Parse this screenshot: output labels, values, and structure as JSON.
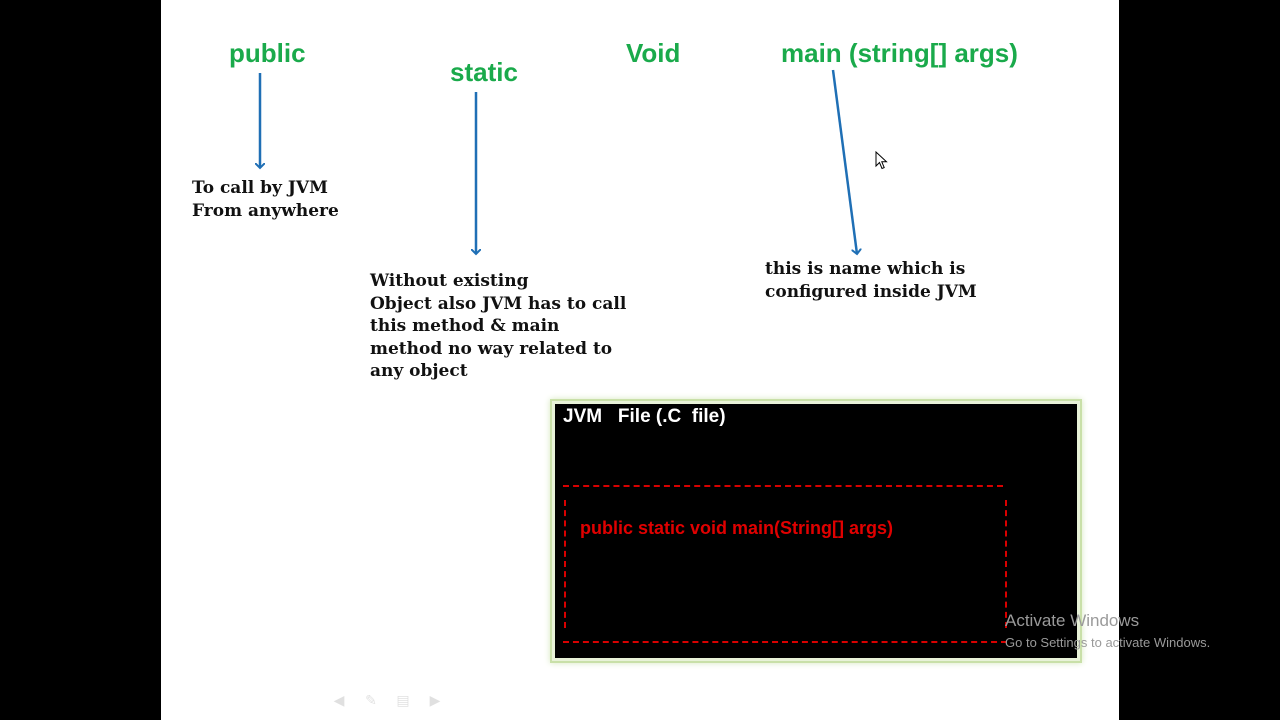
{
  "keywords": {
    "public": "public",
    "static": "static",
    "void": "Void",
    "main": "main (string[] args)"
  },
  "notes": {
    "public": [
      "To call by JVM",
      "From anywhere"
    ],
    "static": [
      "Without  existing",
      "Object also JVM has to call",
      "this method & main",
      "method no way related to",
      "any object"
    ],
    "main": [
      "this is name which is",
      "configured inside JVM"
    ]
  },
  "jvm_box": {
    "title": "JVM   File (.C  file)",
    "code": "public static void main(String[] args)"
  },
  "watermark": {
    "title": "Activate Windows",
    "subtitle": "Go to Settings to activate Windows."
  },
  "colors": {
    "keyword": "#1aaa4b",
    "arrow": "#1f6fb5",
    "code": "#e00000",
    "dash": "#d80000"
  },
  "icons": {
    "pointer": "mouse-pointer-icon",
    "controls": [
      "prev-slide-icon",
      "pen-icon",
      "slides-menu-icon",
      "next-slide-icon"
    ]
  }
}
